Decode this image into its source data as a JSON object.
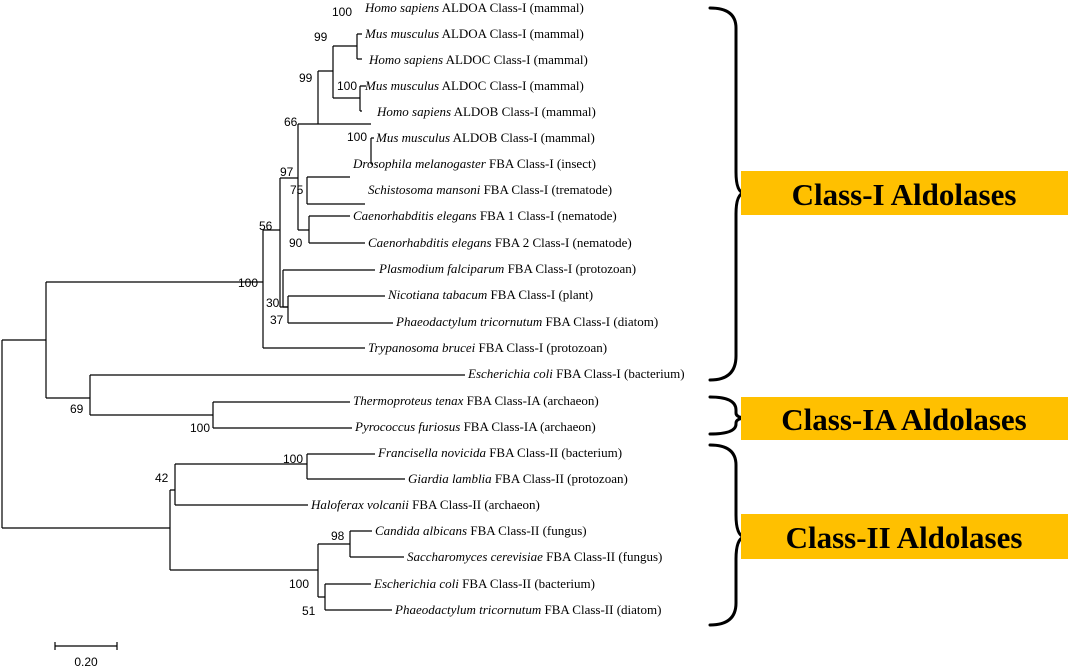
{
  "taxa": [
    {
      "species": "Homo sapiens",
      "rest": " ALDOA Class-I (mammal)"
    },
    {
      "species": "Mus musculus",
      "rest": " ALDOA Class-I (mammal)"
    },
    {
      "species": "Homo sapiens",
      "rest": " ALDOC Class-I (mammal)"
    },
    {
      "species": "Mus musculus",
      "rest": " ALDOC Class-I (mammal)"
    },
    {
      "species": "Homo sapiens",
      "rest": " ALDOB Class-I (mammal)"
    },
    {
      "species": "Mus musculus",
      "rest": " ALDOB Class-I (mammal)"
    },
    {
      "species": "Drosophila melanogaster",
      "rest": " FBA Class-I (insect)"
    },
    {
      "species": "Schistosoma mansoni",
      "rest": " FBA Class-I (trematode)"
    },
    {
      "species": "Caenorhabditis elegans",
      "rest": " FBA 1 Class-I (nematode)"
    },
    {
      "species": "Caenorhabditis elegans",
      "rest": " FBA 2 Class-I (nematode)"
    },
    {
      "species": "Plasmodium falciparum",
      "rest": " FBA Class-I (protozoan)"
    },
    {
      "species": "Nicotiana tabacum",
      "rest": " FBA Class-I (plant)"
    },
    {
      "species": "Phaeodactylum tricornutum",
      "rest": " FBA Class-I (diatom)"
    },
    {
      "species": "Trypanosoma brucei",
      "rest": " FBA Class-I (protozoan)"
    },
    {
      "species": "Escherichia coli",
      "rest": " FBA Class-I (bacterium)"
    },
    {
      "species": "Thermoproteus tenax",
      "rest": " FBA Class-IA (archaeon)"
    },
    {
      "species": "Pyrococcus furiosus",
      "rest": " FBA Class-IA (archaeon)"
    },
    {
      "species": "Francisella novicida",
      "rest": " FBA Class-II (bacterium)"
    },
    {
      "species": "Giardia lamblia",
      "rest": " FBA Class-II (protozoan)"
    },
    {
      "species": "Haloferax volcanii",
      "rest": " FBA Class-II (archaeon)"
    },
    {
      "species": "Candida albicans",
      "rest": " FBA Class-II (fungus)"
    },
    {
      "species": "Saccharomyces cerevisiae",
      "rest": " FBA Class-II (fungus)"
    },
    {
      "species": "Escherichia coli",
      "rest": " FBA Class-II (bacterium)"
    },
    {
      "species": "Phaeodactylum tricornutum",
      "rest": " FBA Class-II (diatom)"
    }
  ],
  "bootstrap": [
    "100",
    "99",
    "100",
    "99",
    "100",
    "66",
    "75",
    "90",
    "97",
    "37",
    "30",
    "56",
    "100",
    "69",
    "100",
    "42",
    "98",
    "51",
    "100",
    "100"
  ],
  "groups": [
    {
      "label": "Class-I Aldolases",
      "fill": "#FFC000"
    },
    {
      "label": "Class-IA Aldolases",
      "fill": "#FFC000"
    },
    {
      "label": "Class-II Aldolases",
      "fill": "#FFC000"
    }
  ],
  "scale_bar": {
    "label": "0.20"
  },
  "colors": {
    "line": "#000000",
    "highlight": "#FFC000"
  }
}
